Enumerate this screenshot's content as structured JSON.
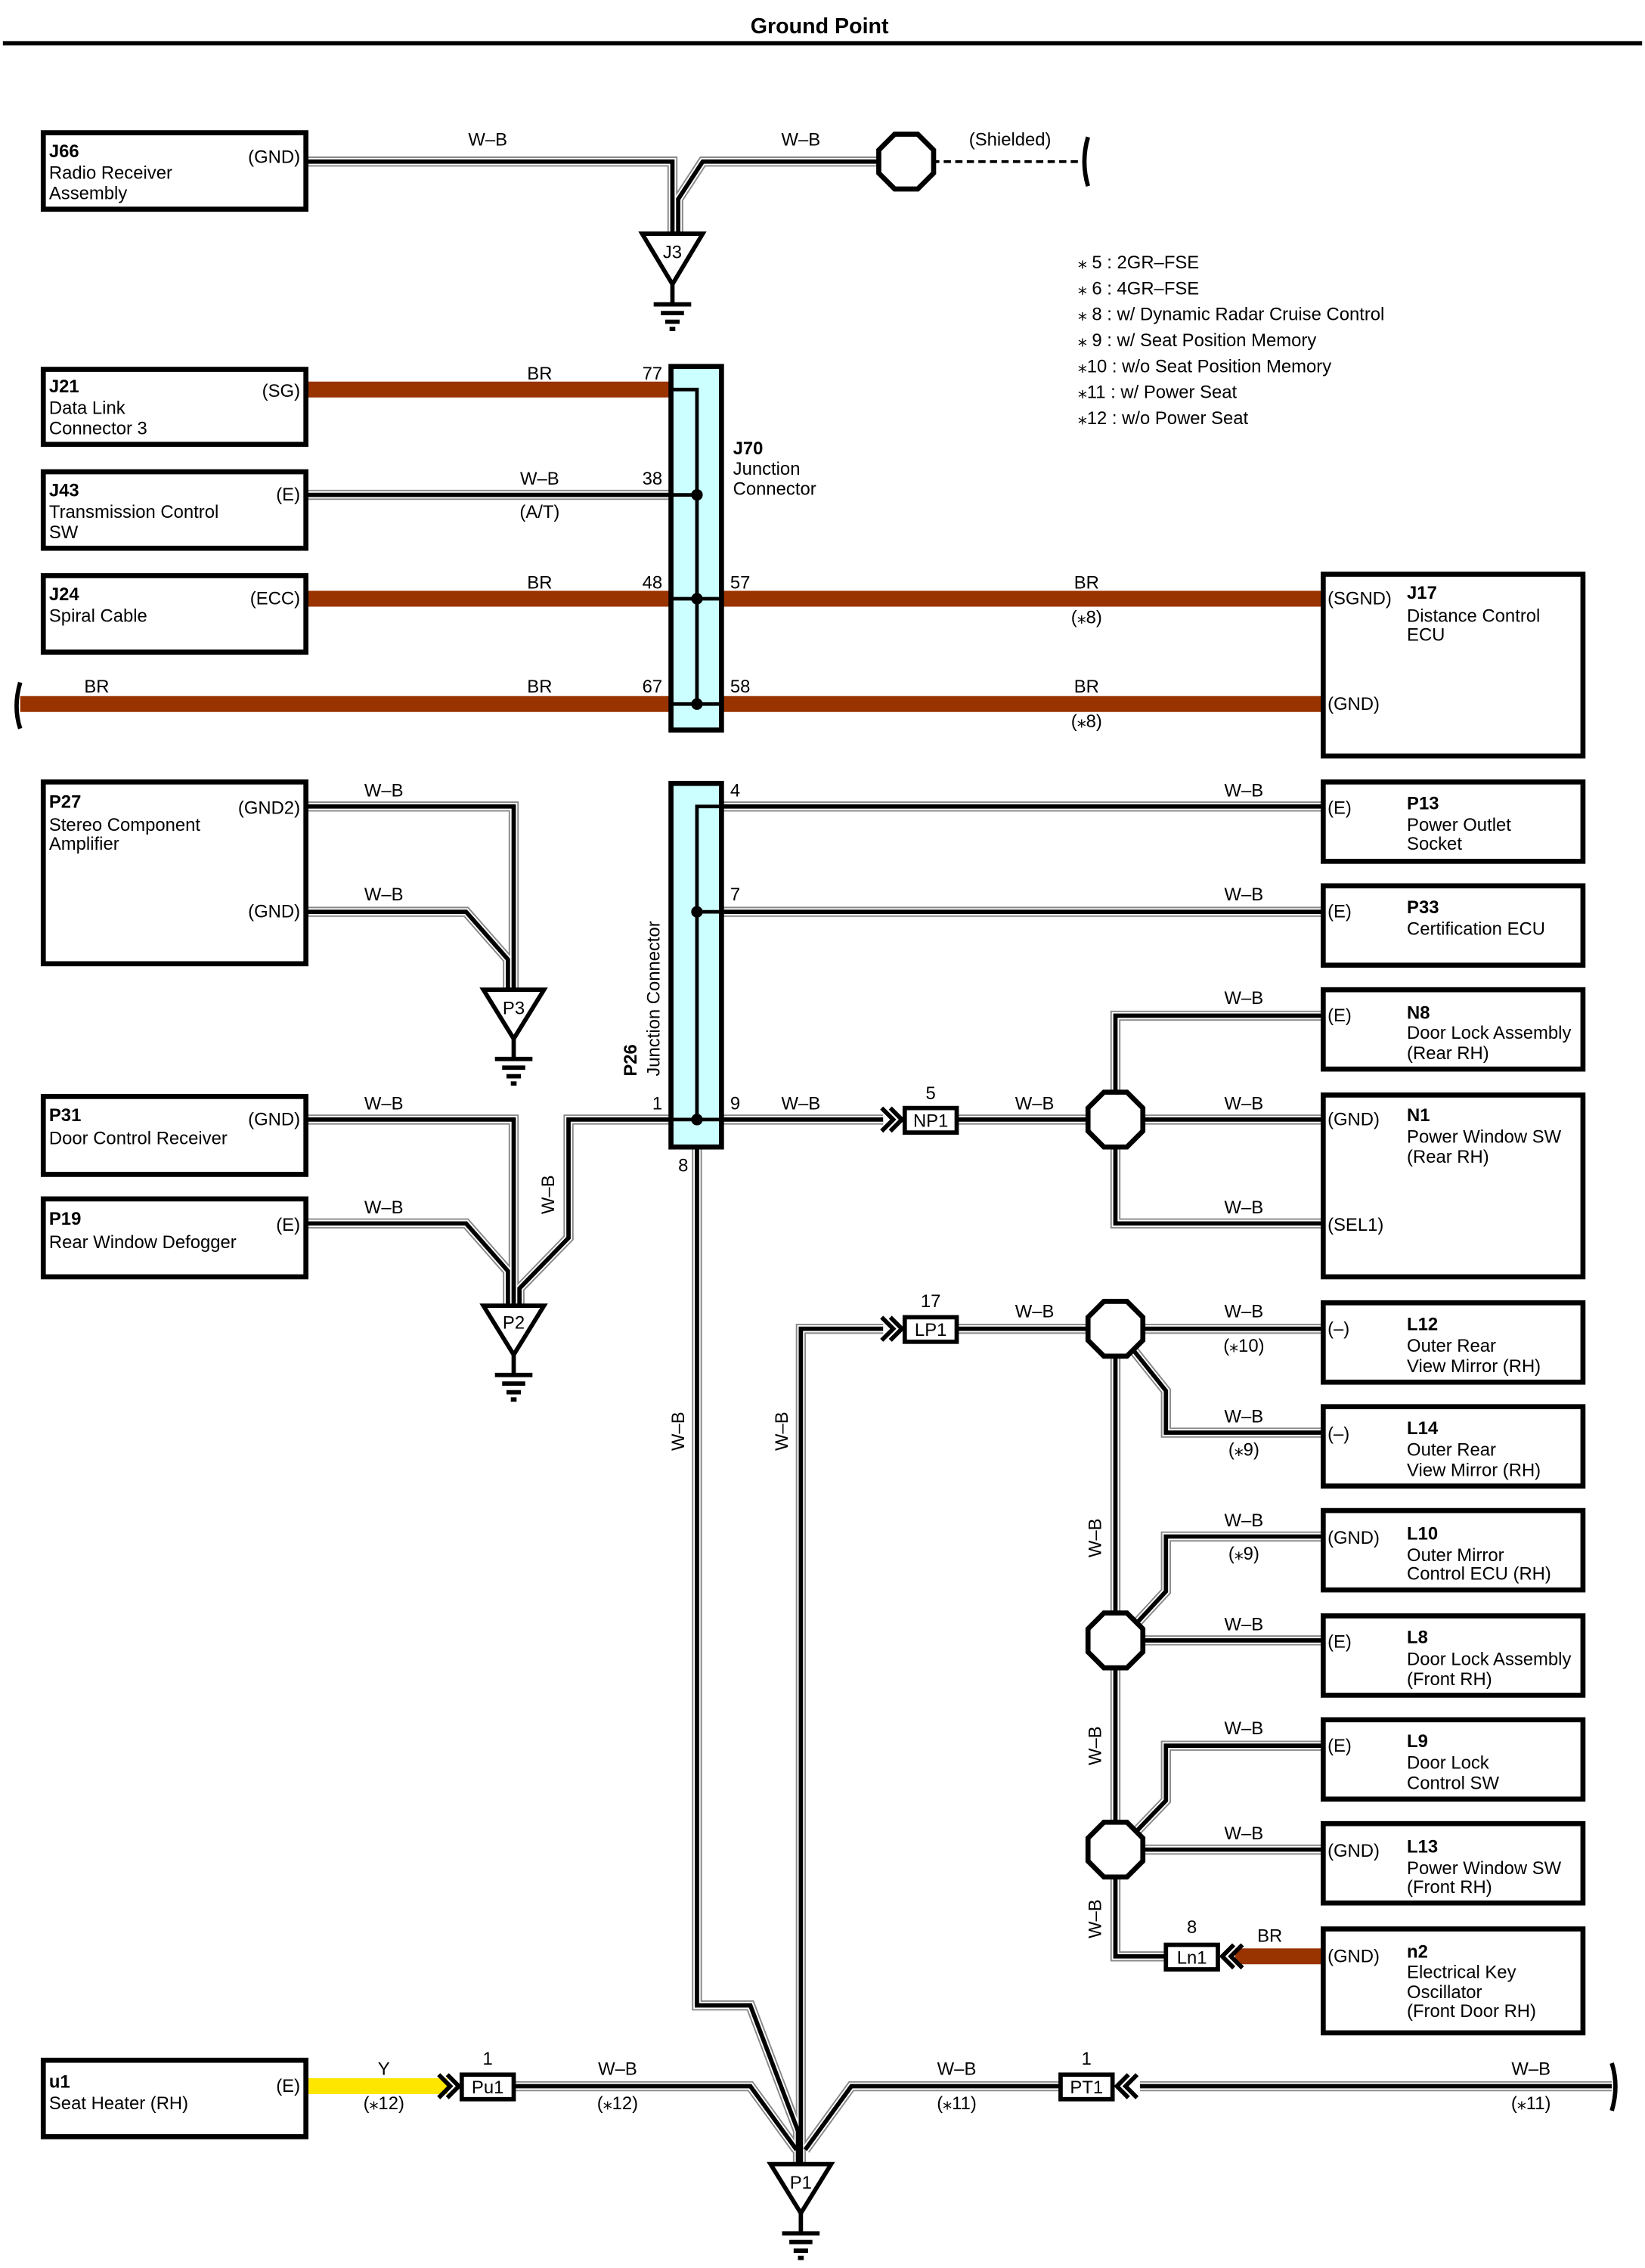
{
  "title": "Ground Point",
  "colors": {
    "BR": "#993300",
    "Y": "#ffe600",
    "junction_fill": "#ccffff",
    "W-B_core": "#000000"
  },
  "notes": [
    "⁎ 5 : 2GR–FSE",
    "⁎ 6 : 4GR–FSE",
    "⁎ 8 : w/ Dynamic Radar Cruise Control",
    "⁎ 9 : w/ Seat Position Memory",
    "⁎10 : w/o Seat Position Memory",
    "⁎11 : w/ Power Seat",
    "⁎12 : w/o Power Seat"
  ],
  "components": {
    "J66": {
      "code": "J66",
      "name": [
        "Radio Receiver",
        "Assembly"
      ],
      "pin": "(GND)"
    },
    "J21": {
      "code": "J21",
      "name": [
        "Data Link",
        "Connector 3"
      ],
      "pin": "(SG)"
    },
    "J43": {
      "code": "J43",
      "name": [
        "Transmission Control",
        "SW"
      ],
      "pin": "(E)"
    },
    "J24": {
      "code": "J24",
      "name": [
        "Spiral Cable"
      ],
      "pin": "(ECC)"
    },
    "J17": {
      "code": "J17",
      "name": [
        "Distance Control",
        "ECU"
      ],
      "pins": [
        "(SGND)",
        "(GND)"
      ]
    },
    "P27": {
      "code": "P27",
      "name": [
        "Stereo Component",
        "Amplifier"
      ],
      "pins": [
        "(GND2)",
        "(GND)"
      ]
    },
    "P31": {
      "code": "P31",
      "name": [
        "Door Control Receiver"
      ],
      "pin": "(GND)"
    },
    "P19": {
      "code": "P19",
      "name": [
        "Rear Window Defogger"
      ],
      "pin": "(E)"
    },
    "P13": {
      "code": "P13",
      "name": [
        "Power Outlet",
        "Socket"
      ],
      "pin": "(E)"
    },
    "P33": {
      "code": "P33",
      "name": [
        "Certification ECU"
      ],
      "pin": "(E)"
    },
    "N8": {
      "code": "N8",
      "name": [
        "Door Lock Assembly",
        "(Rear RH)"
      ],
      "pin": "(E)"
    },
    "N1": {
      "code": "N1",
      "name": [
        "Power Window SW",
        "(Rear RH)"
      ],
      "pins": [
        "(GND)",
        "(SEL1)"
      ]
    },
    "L12": {
      "code": "L12",
      "name": [
        "Outer Rear",
        "View Mirror (RH)"
      ],
      "pin": "(–)"
    },
    "L14": {
      "code": "L14",
      "name": [
        "Outer Rear",
        "View Mirror (RH)"
      ],
      "pin": "(–)"
    },
    "L10": {
      "code": "L10",
      "name": [
        "Outer Mirror",
        "Control ECU (RH)"
      ],
      "pin": "(GND)"
    },
    "L8": {
      "code": "L8",
      "name": [
        "Door Lock Assembly",
        "(Front RH)"
      ],
      "pin": "(E)"
    },
    "L9": {
      "code": "L9",
      "name": [
        "Door Lock",
        "Control SW"
      ],
      "pin": "(E)"
    },
    "L13": {
      "code": "L13",
      "name": [
        "Power Window SW",
        "(Front RH)"
      ],
      "pin": "(GND)"
    },
    "n2": {
      "code": "n2",
      "name": [
        "Electrical Key",
        "Oscillator",
        "(Front Door RH)"
      ],
      "pin": "(GND)"
    },
    "u1": {
      "code": "u1",
      "name": [
        "Seat Heater (RH)"
      ],
      "pin": "(E)"
    }
  },
  "junctions": {
    "J70": {
      "code": "J70",
      "name": [
        "Junction",
        "Connector"
      ],
      "pins": {
        "a": "77",
        "b": "38",
        "c": "48",
        "d": "57",
        "e": "67",
        "f": "58"
      }
    },
    "P26": {
      "code": "P26",
      "name": "Junction Connector",
      "pins": {
        "a": "4",
        "b": "7",
        "c": "1",
        "d": "9",
        "e": "8"
      }
    }
  },
  "connectors": {
    "NP1": {
      "code": "NP1",
      "pin": "5"
    },
    "LP1": {
      "code": "LP1",
      "pin": "17"
    },
    "Ln1": {
      "code": "Ln1",
      "pin": "8"
    },
    "Pu1": {
      "code": "Pu1",
      "pin": "1"
    },
    "PT1": {
      "code": "PT1",
      "pin": "1"
    }
  },
  "grounds": {
    "J3": "J3",
    "P3": "P3",
    "P2": "P2",
    "P1": "P1"
  },
  "wire_labels": {
    "wb": "W–B",
    "br": "BR",
    "y": "Y",
    "shielded": "(Shielded)",
    "at": "(A/T)",
    "n8": "(⁎8)",
    "n9": "(⁎9)",
    "n10": "(⁎10)",
    "n11": "(⁎11)",
    "n12": "(⁎12)"
  }
}
